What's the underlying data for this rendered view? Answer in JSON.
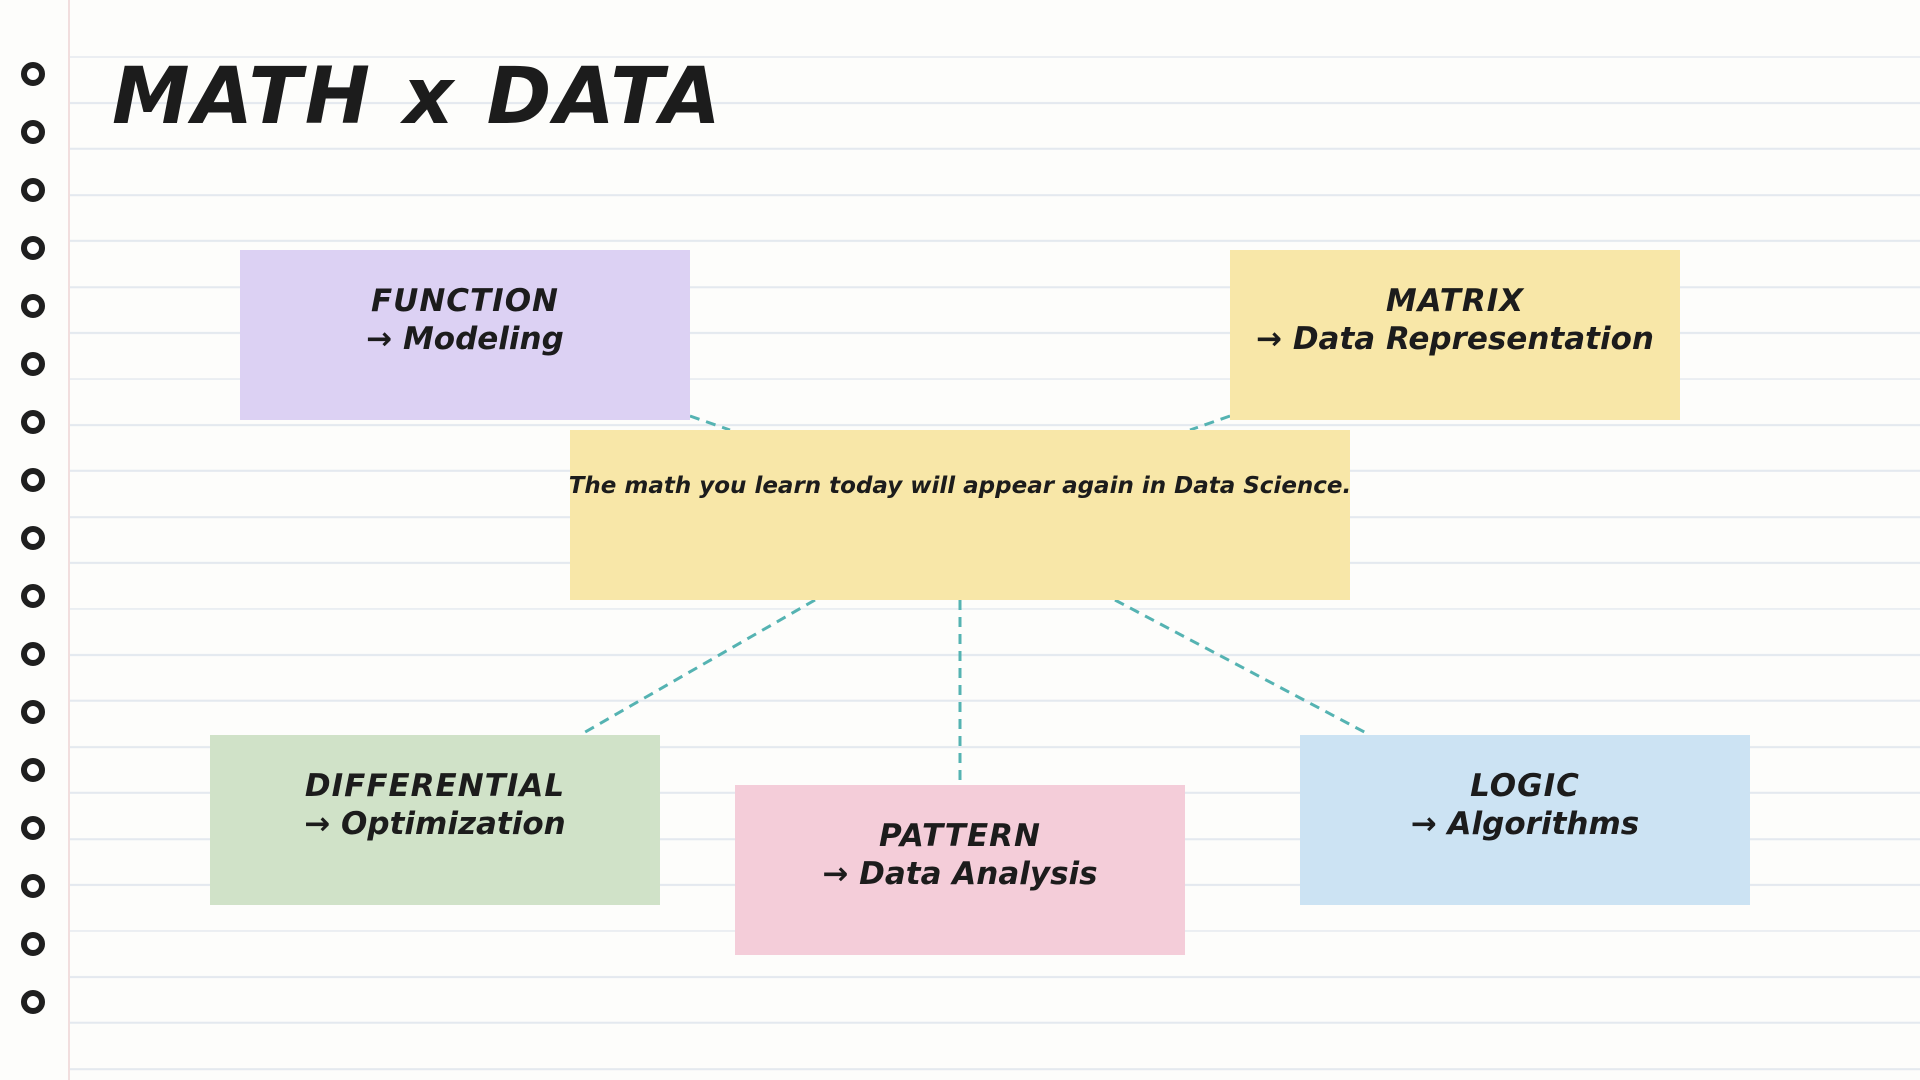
{
  "title": "MATH x DATA",
  "colors": {
    "background": "#fdfdfb",
    "rule_line": "#e4e9ef",
    "connector": "#55b3b2",
    "text": "#1c1c1c",
    "function_box": "#dcd1f3",
    "matrix_box": "#f8e7a8",
    "center_box": "#f8e7a8",
    "differential_box": "#d0e2c8",
    "pattern_box": "#f4cdd9",
    "logic_box": "#cce3f3"
  },
  "center": {
    "message": "The math you learn today will appear again in Data Science."
  },
  "nodes": {
    "function": {
      "label": "FUNCTION",
      "description": "→ Modeling"
    },
    "matrix": {
      "label": "MATRIX",
      "description": "→ Data Representation"
    },
    "differential": {
      "label": "DIFFERENTIAL",
      "description": "→ Optimization"
    },
    "pattern": {
      "label": "PATTERN",
      "description": "→ Data Analysis"
    },
    "logic": {
      "label": "LOGIC",
      "description": "→ Algorithms"
    }
  }
}
